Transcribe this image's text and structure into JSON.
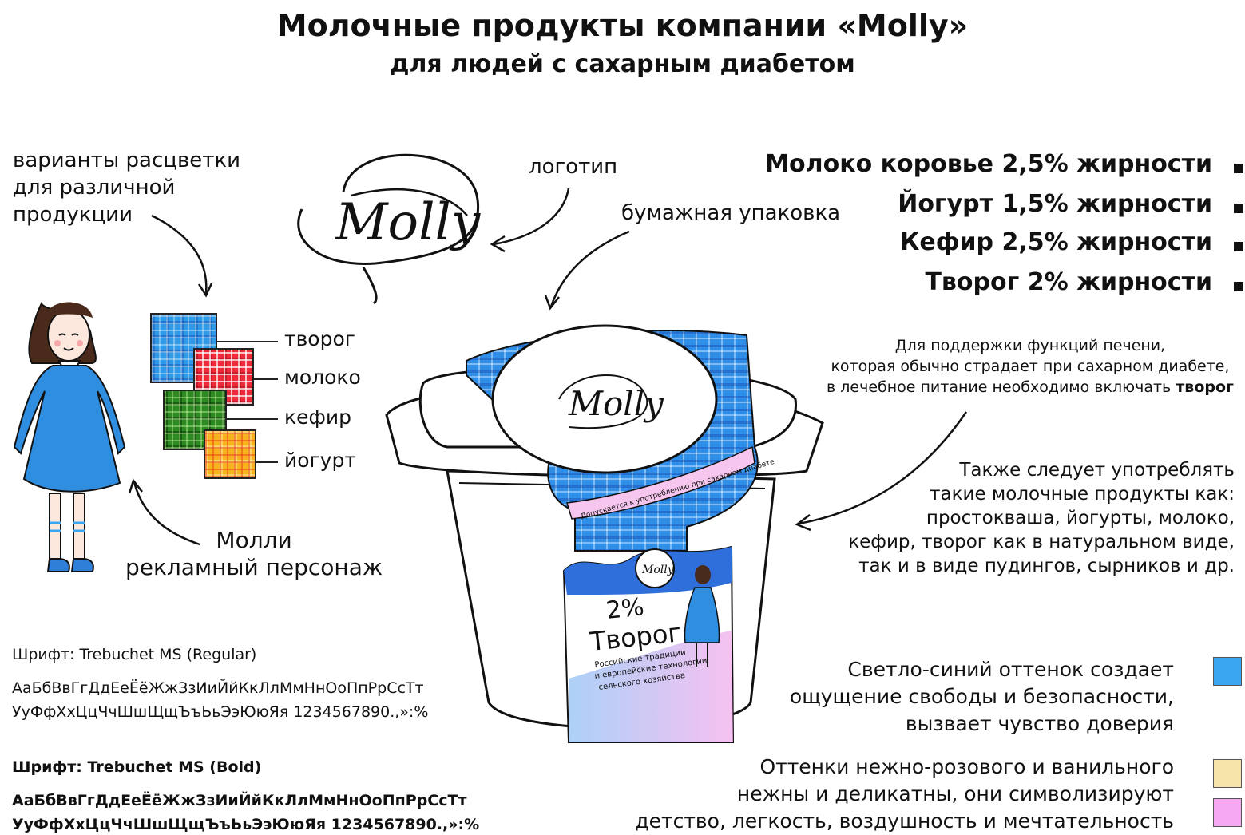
{
  "header": {
    "title": "Молочные продукты компании «Molly»",
    "subtitle": "для людей с сахарным диабетом"
  },
  "logo": {
    "text": "Molly"
  },
  "annotations": {
    "color_variants": [
      "варианты расцветки",
      "для различной",
      "продукции"
    ],
    "logo_label": "логотип",
    "packaging_label": "бумажная упаковка",
    "character": [
      "Молли",
      "рекламный персонаж"
    ]
  },
  "plaids": [
    {
      "label": "творог",
      "pattern": "blue-plaid"
    },
    {
      "label": "молоко",
      "pattern": "red-plaid"
    },
    {
      "label": "кефир",
      "pattern": "green-plaid"
    },
    {
      "label": "йогурт",
      "pattern": "yellow-plaid"
    }
  ],
  "products": [
    "Молоко коровье 2,5% жирности",
    "Йогурт 1,5% жирности",
    "Кефир 2,5% жирности",
    "Творог 2% жирности"
  ],
  "liver_note": {
    "line1": "Для поддержки функций печени,",
    "line2": "которая обычно страдает при сахарном диабете,",
    "line3_prefix": "в лечебное питание необходимо включать ",
    "line3_bold": "творог"
  },
  "also_note": [
    "Также следует употреблять",
    "такие молочные продукты как:",
    "простокваша, йогурты, молоко,",
    "кефир, творог как в натуральном виде,",
    "так и в виде пудингов, сырников и др."
  ],
  "package": {
    "band_text": "Допускается к употреблению при сахарном диабете",
    "percent": "2%",
    "product": "Творог",
    "description": [
      "Российские традиции",
      "и европейские технологии",
      "сельского хозяйства"
    ],
    "mini_logo": "Molly"
  },
  "fonts": {
    "regular_label": "Шрифт: Trebuchet MS (Regular)",
    "regular_line1": "АаБбВвГгДдЕеЁёЖжЗзИиЙйКкЛлМмНнОоПпРрСсТт",
    "regular_line2": "УуФфХхЦцЧчШшЩщЪъЬьЭэЮюЯя 1234567890.,»:%",
    "bold_label": "Шрифт: Trebuchet MS (Bold)",
    "bold_line1": "АаБбВвГгДдЕеЁёЖжЗзИиЙйКкЛлМмНнОоПпРрСсТт",
    "bold_line2": "УуФфХхЦцЧчШшЩщЪъЬьЭэЮюЯя 1234567890.,»:%"
  },
  "colors": {
    "blue_text": [
      "Светло-синий оттенок создает",
      "ощущение свободы и безопасности,",
      "вызвает чувство доверия"
    ],
    "pink_text": [
      "Оттенки нежно-розового и ванильного",
      "нежны и деликатны, они символизируют",
      "детство, легкость, воздушность и мечтательность"
    ],
    "light_blue": "#3aa6f2",
    "vanilla": "#f7e4ab",
    "pink": "#f7a8f2"
  }
}
